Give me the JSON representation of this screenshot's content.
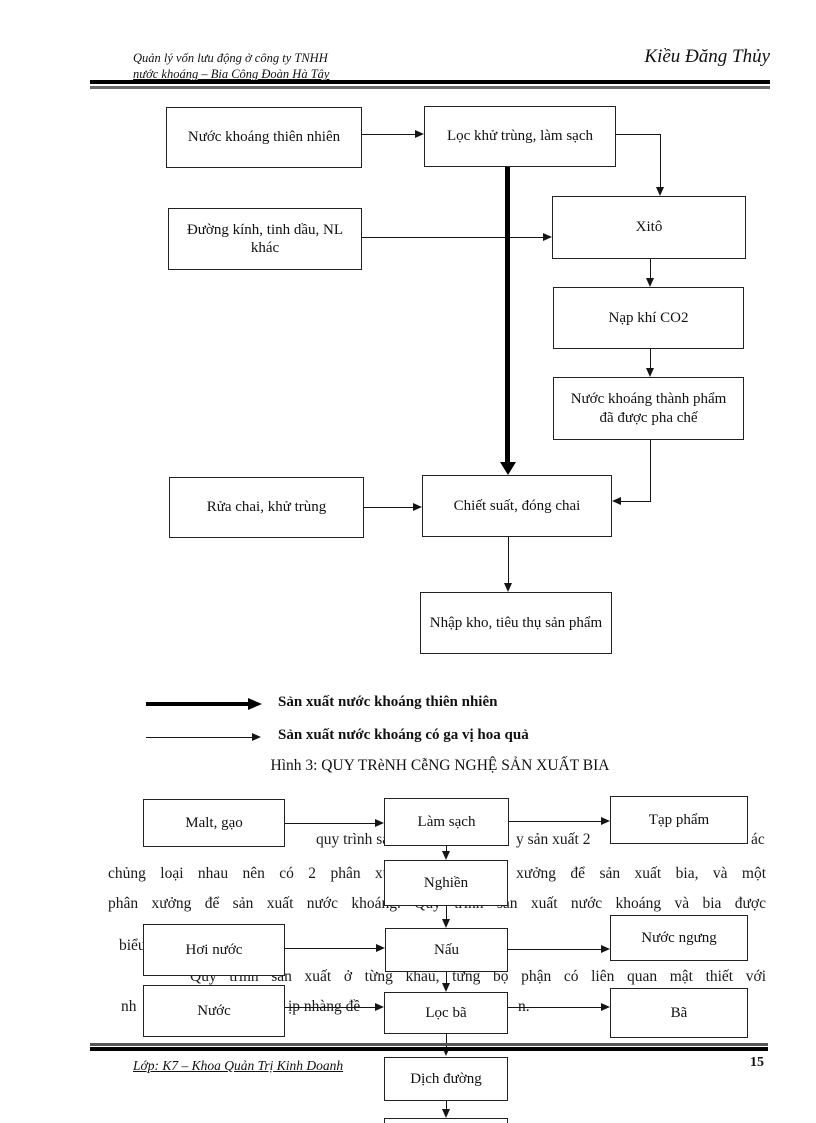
{
  "header": {
    "title_line1": "Quản lý vốn lưu động ở công ty TNHH",
    "title_line2": "nước khoáng – Bia Công Đoàn Hà Tây",
    "author": "Kiều Đăng Thủy"
  },
  "chart1": {
    "nodes": {
      "nuoc_khoang": "Nước khoáng thiên nhiên",
      "loc_khu_trung": "Lọc khử trùng, làm sạch",
      "duong_kinh": "Đường kính, tinh dầu, NL khác",
      "xito": "Xitô",
      "nap_khi": "Nạp khí CO2",
      "thanh_pham": "Nước khoáng thành phẩm đã được pha chế",
      "rua_chai": "Rửa chai, khử trùng",
      "chiet_suat": "Chiết suất, đóng chai",
      "nhap_kho": "Nhập kho, tiêu thụ sản phẩm"
    }
  },
  "legend": {
    "thick_label": "Sản xuất nước khoáng thiên nhiên",
    "thin_label": "Sản xuất nước khoáng có ga vị hoa quả",
    "caption": "Hình 3: QUY TRèNH CễNG NGHỆ SẢN XUẤT BIA"
  },
  "chart2": {
    "nodes": {
      "malt": "Malt, gạo",
      "lam_sach": "Làm sạch",
      "tap_pham": "Tạp phẩm",
      "nghien": "Nghiền",
      "hoi_nuoc": "Hơi nước",
      "nau": "Nấu",
      "nuoc_ngung": "Nước ngưng",
      "nuoc": "Nước",
      "loc_ba": "Lọc bã",
      "ba": "Bã",
      "dich_duong": "Dịch đường"
    }
  },
  "paragraph": {
    "line1_frag1": "quy trình sản",
    "line1_frag2": "y sản xuất 2",
    "line1_frag3": "ác",
    "line2": "chủng loại nhau nên có 2 phân xưởng, một phân xưởng để sản xuất bia, và một",
    "line3": "phân xưởng để sản xuất nước khoáng. Quy trình sản xuất nước khoáng và bia được",
    "line4": "biểu diễn như sơ đồ trên",
    "line5": "Quy trình sản xuất ở từng khâu, từng bộ phận có liên quan mật thiết với",
    "line6_frag1": "nh",
    "line6_frag2": "ịp nhàng đề",
    "line6_frag3": "n."
  },
  "footer": {
    "left": "Lớp: K7 – Khoa Quản Trị Kinh Doanh",
    "page": "15"
  }
}
